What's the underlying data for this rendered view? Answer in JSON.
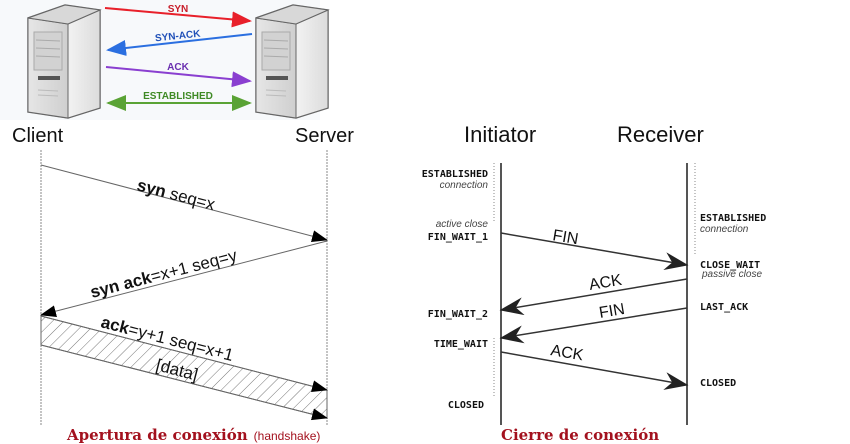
{
  "colors": {
    "syn": "#e8202a",
    "synack": "#2b6fe0",
    "ack": "#8a3fd0",
    "established": "#5aa335",
    "caption": "#a3111e",
    "line": "#333333",
    "dotted": "#888888"
  },
  "handshake_summary": {
    "messages": [
      {
        "label": "SYN",
        "direction": "client-to-server"
      },
      {
        "label": "SYN-ACK",
        "direction": "server-to-client"
      },
      {
        "label": "ACK",
        "direction": "client-to-server"
      },
      {
        "label": "ESTABLISHED",
        "direction": "both"
      }
    ],
    "client_label": "Client",
    "server_label": "Server"
  },
  "handshake_sequence": {
    "messages": [
      {
        "bold": "syn",
        "rest": " seq=x",
        "direction": "client-to-server"
      },
      {
        "bold": "syn ack",
        "rest": "=x+1 seq=y",
        "direction": "server-to-client"
      },
      {
        "bold": "ack",
        "rest": "=y+1 seq=x+1",
        "extra": "[data]",
        "direction": "client-to-server"
      }
    ],
    "caption_main": "Apertura de conexión",
    "caption_sub": "(handshake)"
  },
  "teardown": {
    "initiator_label": "Initiator",
    "receiver_label": "Receiver",
    "messages": [
      {
        "label": "FIN",
        "direction": "initiator-to-receiver"
      },
      {
        "label": "ACK",
        "direction": "receiver-to-initiator"
      },
      {
        "label": "FIN",
        "direction": "receiver-to-initiator"
      },
      {
        "label": "ACK",
        "direction": "initiator-to-receiver"
      }
    ],
    "initiator_states": [
      {
        "state": "ESTABLISHED",
        "note": "connection"
      },
      {
        "state": "FIN_WAIT_1",
        "note": "active close"
      },
      {
        "state": "FIN_WAIT_2",
        "note": ""
      },
      {
        "state": "TIME_WAIT",
        "note": ""
      },
      {
        "state": "CLOSED",
        "note": ""
      }
    ],
    "receiver_states": [
      {
        "state": "ESTABLISHED",
        "note": "connection"
      },
      {
        "state": "CLOSE_WAIT",
        "note": "passive close"
      },
      {
        "state": "LAST_ACK",
        "note": ""
      },
      {
        "state": "CLOSED",
        "note": ""
      }
    ],
    "caption": "Cierre de conexión"
  }
}
